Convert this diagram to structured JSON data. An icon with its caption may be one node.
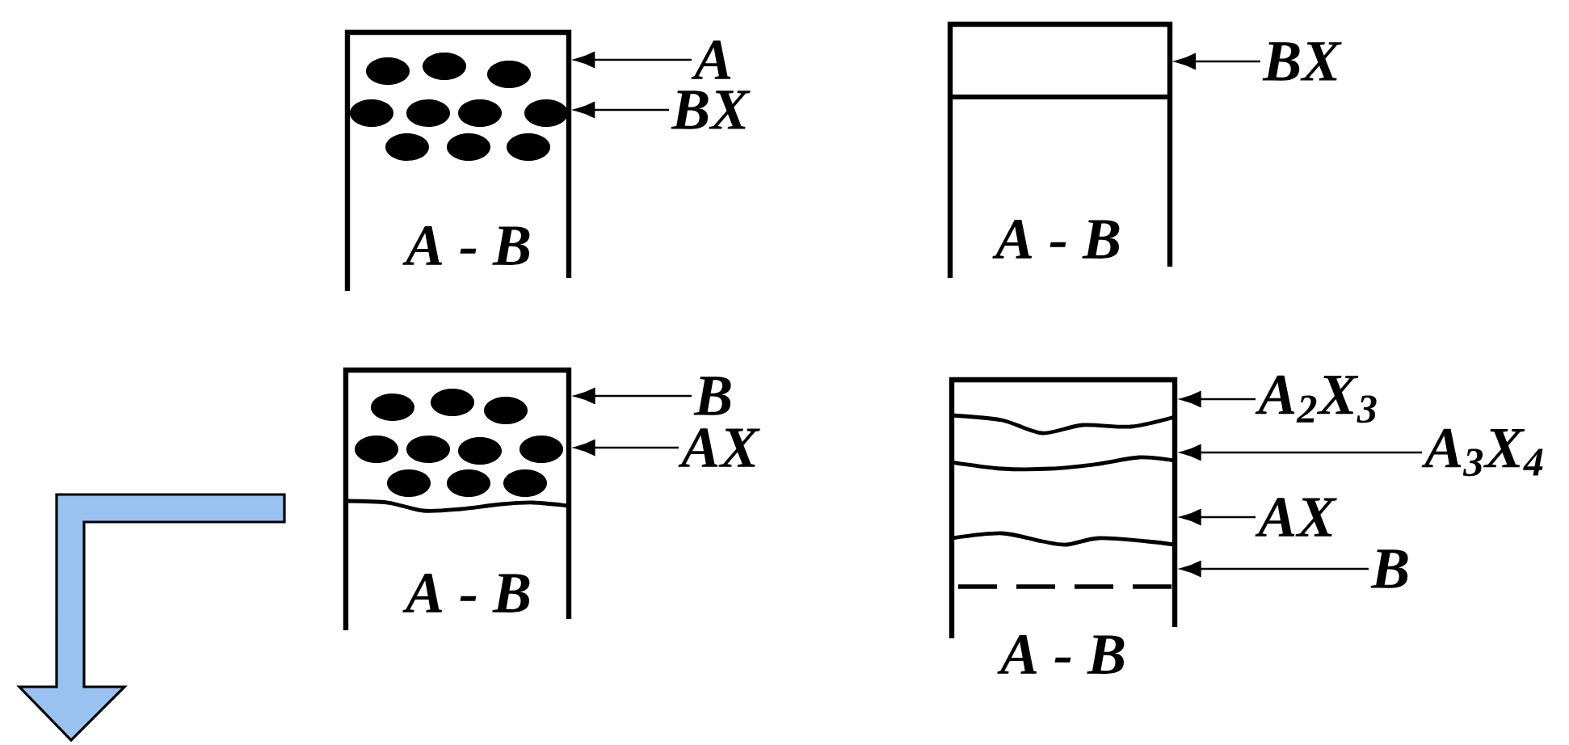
{
  "diagram": {
    "nodes": [
      {
        "text": [
          "A - B"
        ]
      },
      {
        "text": [
          "A - B"
        ]
      },
      {
        "text": [
          "A - B"
        ]
      },
      {
        "text": [
          "A - B"
        ]
      },
      {
        "text": [
          "A"
        ]
      },
      {
        "text": [
          "BX"
        ]
      },
      {
        "text": [
          "BX"
        ]
      },
      {
        "text": [
          "B"
        ]
      },
      {
        "text": [
          "AX"
        ]
      },
      {
        "text": [
          "A$_{2}$X$_{3}$"
        ]
      },
      {
        "text": [
          "A$_{3}$X$_{4}$"
        ]
      },
      {
        "text": [
          "AX"
        ]
      },
      {
        "text": [
          "B"
        ]
      }
    ],
    "edges": [
      {
        "from": 4,
        "to": 0,
        "arrow": "to"
      },
      {
        "from": 5,
        "to": 0,
        "arrow": "to"
      },
      {
        "from": 6,
        "to": 1,
        "arrow": "to"
      },
      {
        "from": 7,
        "to": 2,
        "arrow": "to"
      },
      {
        "from": 8,
        "to": 2,
        "arrow": "to"
      },
      {
        "from": 9,
        "to": 3,
        "arrow": "to"
      },
      {
        "from": 10,
        "to": 3,
        "arrow": "to"
      },
      {
        "from": 11,
        "to": 3,
        "arrow": "to"
      },
      {
        "from": 12,
        "to": 3,
        "arrow": "to"
      }
    ]
  }
}
